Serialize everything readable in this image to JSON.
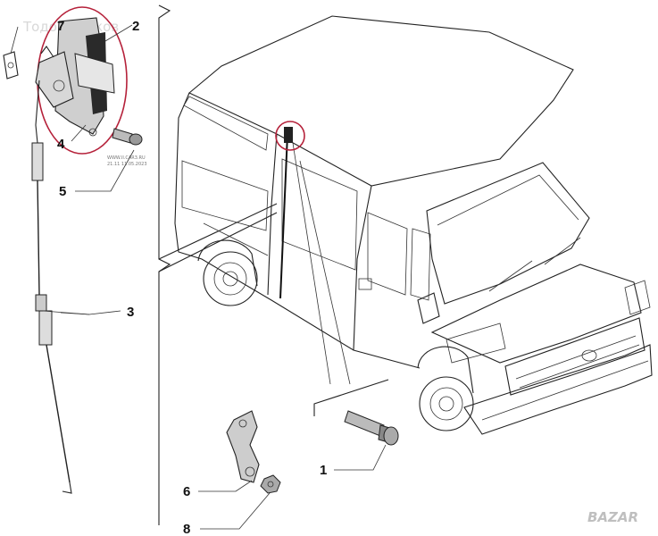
{
  "watermark": "Тодор Бутков",
  "site_stamp": {
    "line1": "WWW.II.CAR3.RU",
    "line2": "21.11 11.05.2023"
  },
  "brand_logo": "BAZAR",
  "callouts": {
    "c1": "1",
    "c2": "2",
    "c3": "3",
    "c4": "4",
    "c5": "5",
    "c6": "6",
    "c7": "7",
    "c8": "8"
  },
  "highlight_color": "#b5213a"
}
